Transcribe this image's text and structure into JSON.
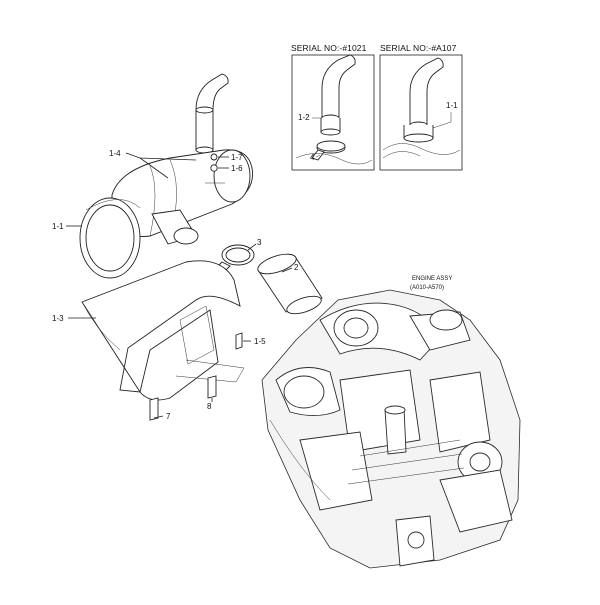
{
  "detail_headers": [
    "SERIAL NO:-#1021",
    "SERIAL NO:-#A107"
  ],
  "detail_left_labels": [
    "1-2",
    "4"
  ],
  "detail_right_labels": [
    "1-1"
  ],
  "callouts": {
    "c_1_4": "1-4",
    "c_1_7": "1-7",
    "c_1_6": "1-6",
    "c_1_1": "1-1",
    "c_3": "3",
    "c_2": "2",
    "c_1_3": "1-3",
    "c_1_5": "1-5",
    "c_7": "7",
    "c_8": "8"
  },
  "engine_label": [
    "ENGINE ASSY",
    "(A010-A570)"
  ]
}
